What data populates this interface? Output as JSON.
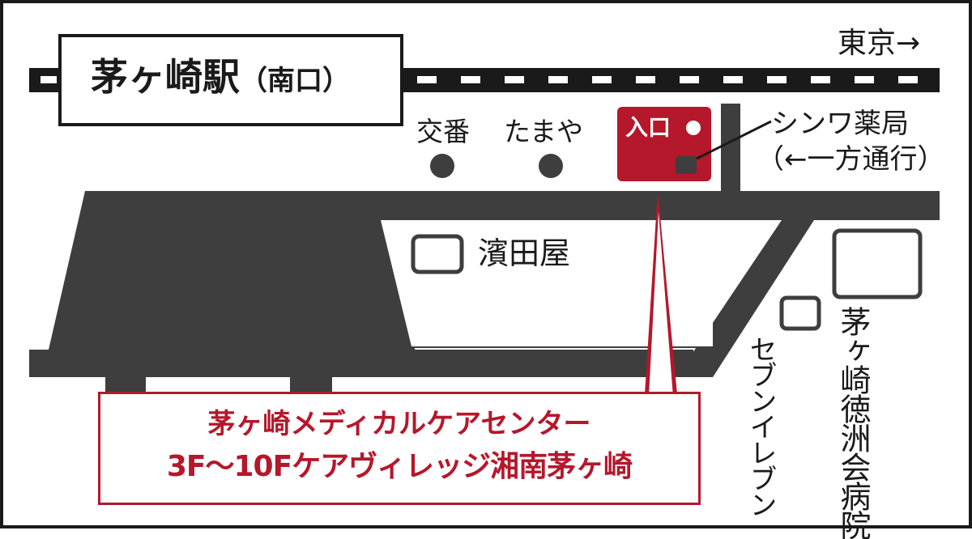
{
  "station": {
    "name": "茅ヶ崎駅",
    "exit": "（南口）"
  },
  "direction_tokyo": "東京→",
  "landmarks": {
    "koban": "交番",
    "tamaya": "たまや",
    "entrance": "入口",
    "pharmacy": "シンワ薬局",
    "one_way": "（←一方通行）",
    "hamadaya": "濱田屋",
    "seven_eleven": "セブンイレブン",
    "hospital": "茅ヶ崎徳洲会病院"
  },
  "callout": {
    "line1": "茅ヶ崎メディカルケアセンター",
    "line2": "3F〜10Fケアヴィレッジ湘南茅ヶ崎"
  },
  "colors": {
    "road": "#3e3e3e",
    "accent_red": "#b5172b",
    "outline": "#1a1a1a",
    "background": "#ffffff"
  }
}
